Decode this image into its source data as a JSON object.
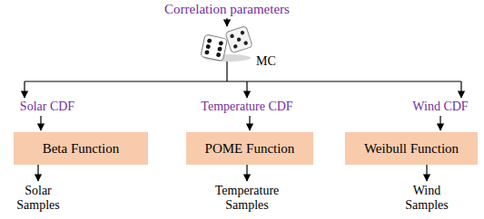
{
  "diagram": {
    "nodes": [
      {
        "text": [
          "Beta Function"
        ]
      },
      {
        "text": [
          "POME Function"
        ]
      },
      {
        "text": [
          "Weibull Function"
        ]
      }
    ],
    "labels": [
      "Correlation parameters",
      "MC",
      "Solar CDF",
      "Temperature CDF",
      "Wind CDF",
      "Solar Samples",
      "Temperature Samples",
      "Wind Samples"
    ]
  }
}
